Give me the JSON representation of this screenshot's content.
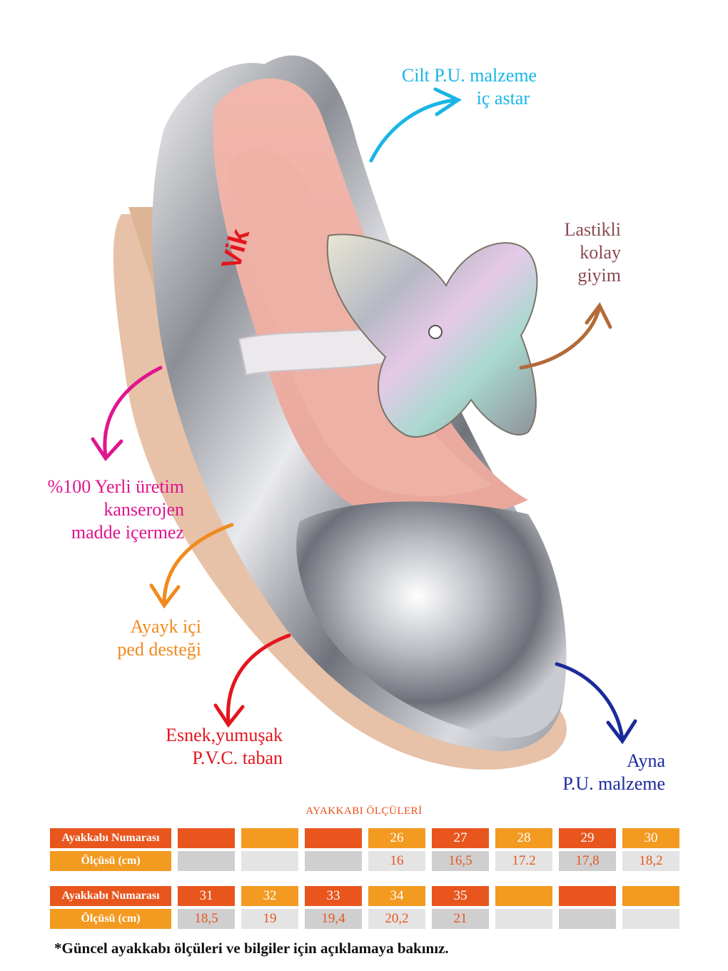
{
  "features": {
    "lining": [
      "Cilt P.U. malzeme",
      "iç astar"
    ],
    "elastic": [
      "Lastikli",
      "kolay",
      "giyim"
    ],
    "local": [
      "%100 Yerli üretim",
      "kanserojen",
      "madde içermez"
    ],
    "insole": [
      "Ayayk içi",
      "ped desteği"
    ],
    "sole": [
      "Esnek,yumuşak",
      "P.V.C. taban"
    ],
    "mirror": [
      "Ayna",
      "P.U. malzeme"
    ]
  },
  "colors": {
    "lining": "#19b5e6",
    "elastic": "#8a4a52",
    "local": "#e0158f",
    "insole": "#f08a1e",
    "sole": "#e3161e",
    "mirror": "#1b2a9b",
    "table_red": "#e8561e",
    "table_orange": "#f39a21"
  },
  "brand_logo_text": "Vik",
  "size_table": {
    "title": "AYAKKABI ÖLÇÜLERİ",
    "row_label_size": "Ayakkabı Numarası",
    "row_label_measure": "Ölçüsü (cm)",
    "block1_sizes": [
      "",
      "",
      "",
      "26",
      "27",
      "28",
      "29",
      "30"
    ],
    "block1_measures": [
      "",
      "",
      "",
      "16",
      "16,5",
      "17.2",
      "17,8",
      "18,2"
    ],
    "block2_sizes": [
      "31",
      "32",
      "33",
      "34",
      "35",
      "",
      "",
      ""
    ],
    "block2_measures": [
      "18,5",
      "19",
      "19,4",
      "20,2",
      "21",
      "",
      "",
      ""
    ]
  },
  "footnote": "*Güncel ayakkabı ölçüleri ve bilgiler için açıklamaya bakınız."
}
